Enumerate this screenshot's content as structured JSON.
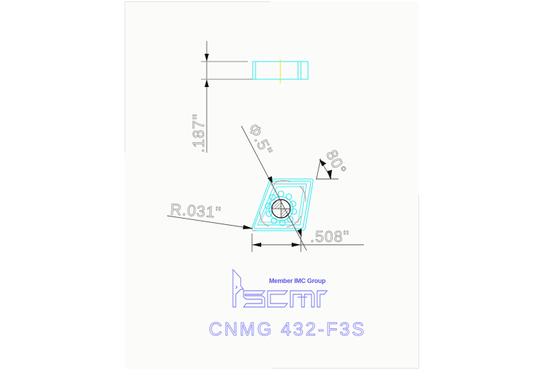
{
  "drawing": {
    "thickness_dimension": ".187\"",
    "hole_diameter_dimension": "Φ.5\"",
    "angle_dimension": "80°",
    "corner_radius_dimension": "R.031\"",
    "inscribed_width_dimension": ".508\""
  },
  "logo": {
    "brand": "ISCAR",
    "tagline": "Member IMC Group"
  },
  "part_code": "CNMG 432-F3S",
  "colors": {
    "background": "#ffffff",
    "sheet": "#fbfcfa",
    "dimension_lines": "#8a8a8a",
    "insert_outline": "#33e6ee",
    "center_line": "#e8e030",
    "corner_arc": "#e07070",
    "logo": "#6a6af0",
    "part_code": "#8a8af2"
  }
}
